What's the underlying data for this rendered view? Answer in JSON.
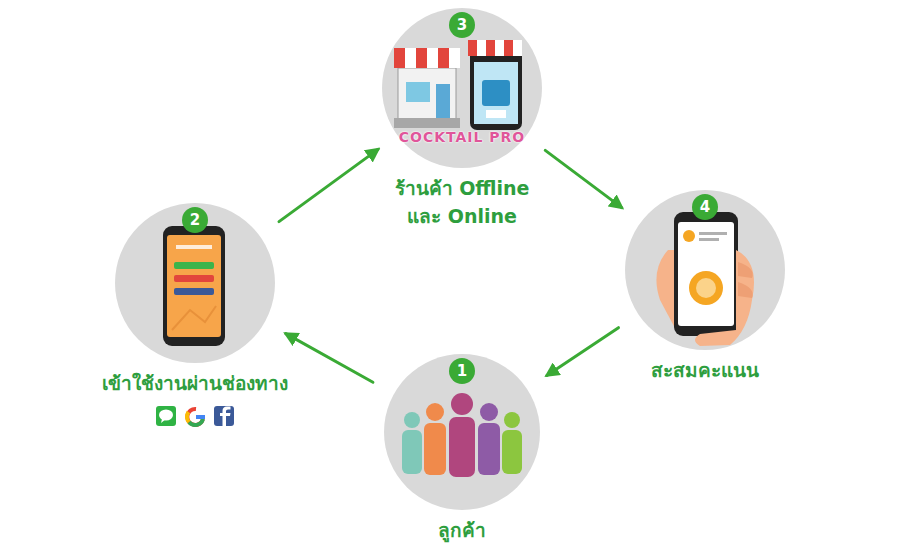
{
  "diagram": {
    "nodes": [
      {
        "text": [
          "1",
          "ลูกค้า"
        ]
      },
      {
        "text": [
          "2",
          "เข้าใช้งานผ่านช่องทาง"
        ]
      },
      {
        "text": [
          "3",
          "ร้านค้า Offline และ Online"
        ]
      },
      {
        "text": [
          "4",
          "สะสมคะแนน"
        ]
      }
    ],
    "edges": [
      {
        "from": 0,
        "to": 1,
        "arrow": "to"
      },
      {
        "from": 1,
        "to": 2,
        "arrow": "to"
      },
      {
        "from": 2,
        "to": 3,
        "arrow": "to"
      },
      {
        "from": 3,
        "to": 0,
        "arrow": "to"
      }
    ],
    "labels": [
      "COCKTAIL PRO"
    ]
  }
}
